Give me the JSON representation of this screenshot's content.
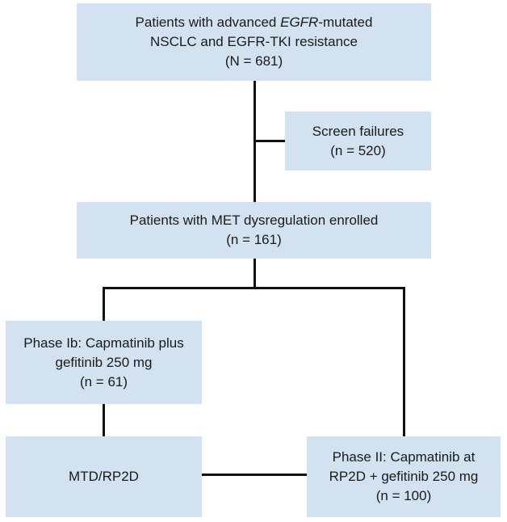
{
  "boxes": {
    "patients_total": {
      "line1_pre": "Patients with advanced ",
      "line1_em": "EGFR",
      "line1_post": "-mutated",
      "line2": "NSCLC and EGFR-TKI resistance",
      "count": "(N = 681)"
    },
    "screen_failures": {
      "line1": "Screen failures",
      "count": "(n = 520)"
    },
    "met_enrolled": {
      "line1": "Patients with MET dysregulation enrolled",
      "count": "(n = 161)"
    },
    "phase_1b": {
      "line1": "Phase Ib: Capmatinib plus",
      "line2": "gefitinib 250 mg",
      "count": "(n = 61)"
    },
    "mtd": {
      "line1": "MTD/RP2D"
    },
    "phase_2": {
      "line1": "Phase II: Capmatinib at",
      "line2": "RP2D + gefitinib 250 mg",
      "count": "(n = 100)"
    }
  },
  "colors": {
    "box_fill": "#d2e2f1",
    "connector": "#111111"
  }
}
